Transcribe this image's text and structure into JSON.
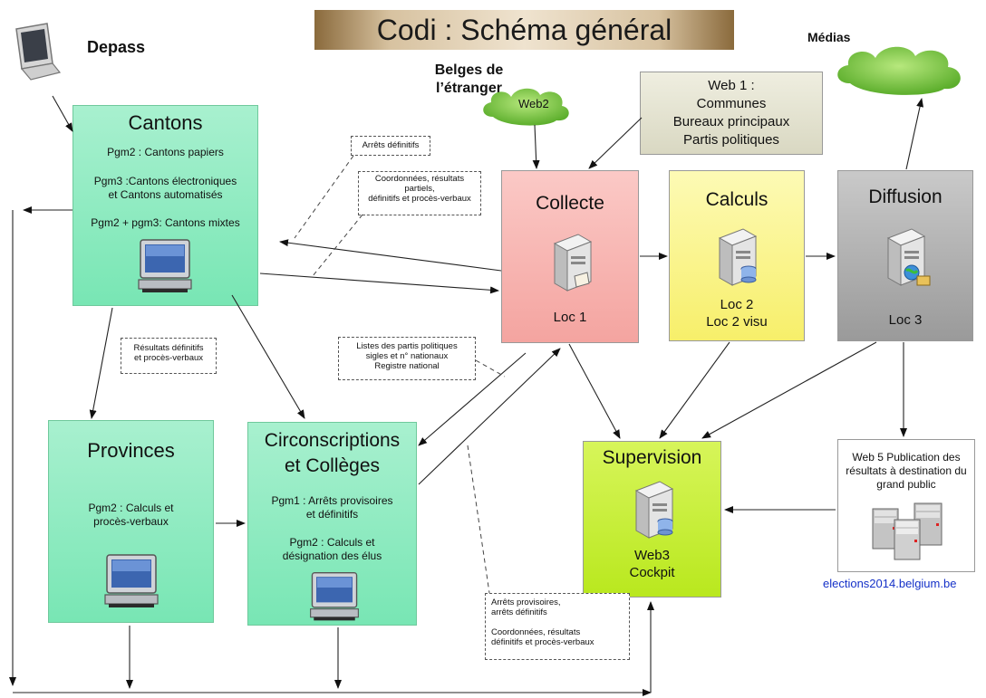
{
  "title": "Codi : Schéma général",
  "depass": {
    "label": "Depass"
  },
  "medias": {
    "label": "Médias"
  },
  "belges": {
    "line1": "Belges de",
    "line2": "l’étranger"
  },
  "web2": {
    "label": "Web2"
  },
  "web1": {
    "lines": [
      "Web 1 :",
      "Communes",
      "Bureaux principaux",
      "Partis politiques"
    ]
  },
  "cantons": {
    "title": "Cantons",
    "lines": [
      "Pgm2 : Cantons papiers",
      "Pgm3 :Cantons électroniques",
      "et Cantons automatisés",
      "Pgm2 + pgm3: Cantons mixtes"
    ]
  },
  "provinces": {
    "title": "Provinces",
    "lines": [
      "Pgm2 : Calculs  et",
      "procès-verbaux"
    ]
  },
  "circonscriptions": {
    "title_line1": "Circonscriptions",
    "title_line2": "et Collèges",
    "lines": [
      "Pgm1 : Arrêts provisoires",
      "et définitifs",
      "Pgm2  : Calculs et",
      "désignation des élus"
    ]
  },
  "collecte": {
    "title": "Collecte",
    "label": "Loc 1"
  },
  "calculs": {
    "title": "Calculs",
    "label_line1": "Loc 2",
    "label_line2": "Loc 2 visu"
  },
  "diffusion": {
    "title": "Diffusion",
    "label": "Loc 3"
  },
  "supervision": {
    "title": "Supervision",
    "label_line1": "Web3",
    "label_line2": "Cockpit"
  },
  "web5": {
    "lines": [
      "Web 5 Publication des",
      "résultats à destination du",
      "grand public"
    ],
    "link": "elections2014.belgium.be"
  },
  "notes": {
    "arrets": "Arrêts définitifs",
    "coordonnees": [
      "Coordonnées, résultats",
      "partiels,",
      "définitifs et procès-verbaux"
    ],
    "resultats": [
      "Résultats définitifs",
      "et procès-verbaux"
    ],
    "listes": [
      "Listes des partis politiques",
      "sigles et n° nationaux",
      "Registre national"
    ],
    "bottom": [
      "Arrêts provisoires,",
      "arrêts définitifs",
      "",
      "Coordonnées, résultats",
      "définitifs et procès-verbaux"
    ]
  },
  "colors": {
    "collecte": "#f7b7b4",
    "calculs": "#fbf59a",
    "diffusion": "#a9a9a9",
    "supervision": "#c9ef3a",
    "green_box": "#86e8bd",
    "link": "#1531c8"
  }
}
